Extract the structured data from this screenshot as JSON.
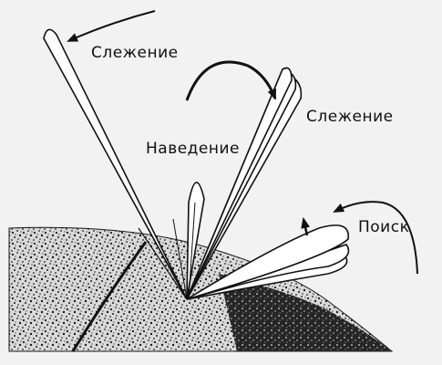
{
  "labels": {
    "tracking_top": "Слежение",
    "tracking_right": "Слежение",
    "guidance": "Наведение",
    "search": "Поиск"
  },
  "colors": {
    "background": "#f2f2f2",
    "ink": "#111111",
    "lobe_fill": "#ffffff",
    "ground": "#1a1a1a"
  }
}
